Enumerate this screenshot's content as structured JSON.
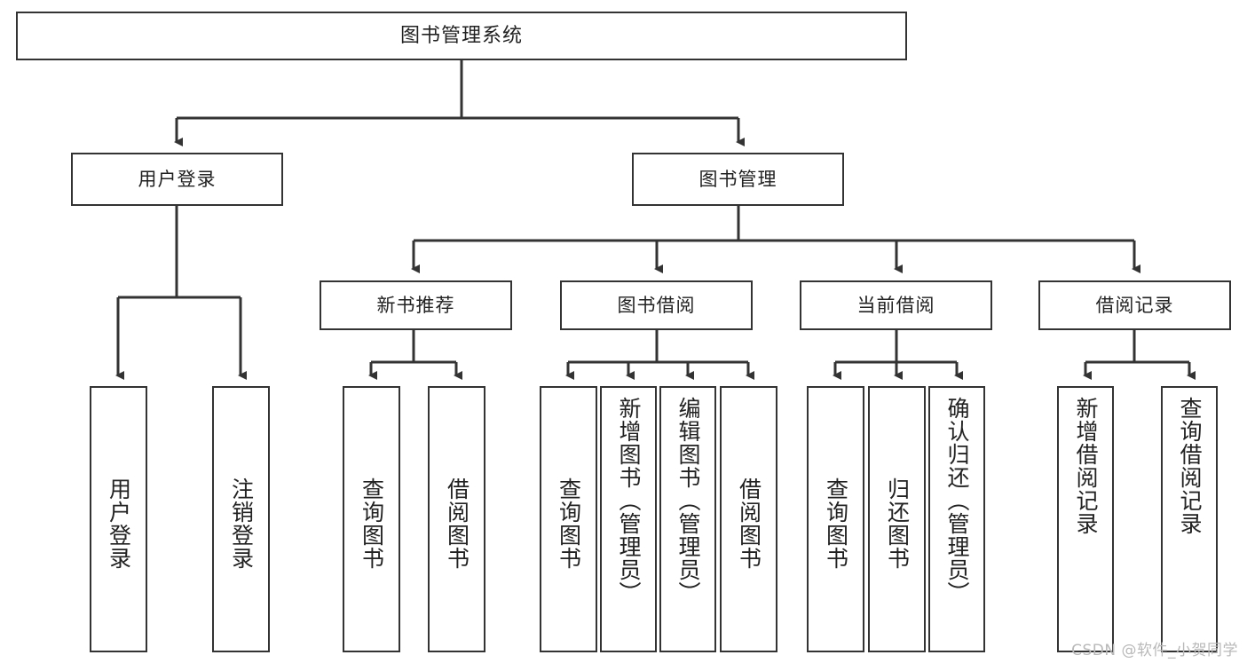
{
  "diagram": {
    "title": "图书管理系统",
    "watermark": "CSDN @软件_小贺同学",
    "line_color": "#333333",
    "box_fill": "#ffffff",
    "text_color": "#222222",
    "levels": {
      "root": [
        "图书管理系统"
      ],
      "level2": [
        "用户登录",
        "图书管理"
      ],
      "level3": [
        "新书推荐",
        "图书借阅",
        "当前借阅",
        "借阅记录"
      ],
      "leaves": [
        "用户登录",
        "注销登录",
        "查询图书",
        "借阅图书",
        "查询图书",
        "新增图书（管理员）",
        "编辑图书（管理员）",
        "借阅图书",
        "查询图书",
        "归还图书",
        "确认归还（管理员）",
        "新增借阅记录",
        "查询借阅记录"
      ]
    },
    "nodes": {
      "root": "图书管理系统",
      "user_login": "用户登录",
      "book_manage": "图书管理",
      "new_book_rec": "新书推荐",
      "book_borrow": "图书借阅",
      "current_borrow": "当前借阅",
      "borrow_record": "借阅记录",
      "leaf_user_login": "用户登录",
      "leaf_logout": "注销登录",
      "leaf_query_book_1": "查询图书",
      "leaf_borrow_book_1": "借阅图书",
      "leaf_query_book_2": "查询图书",
      "leaf_add_book": "新增图书（管理员）",
      "leaf_edit_book": "编辑图书（管理员）",
      "leaf_borrow_book_2": "借阅图书",
      "leaf_query_book_3": "查询图书",
      "leaf_return_book": "归还图书",
      "leaf_confirm_return": "确认归还（管理员）",
      "leaf_add_record": "新增借阅记录",
      "leaf_query_record": "查询借阅记录"
    }
  }
}
